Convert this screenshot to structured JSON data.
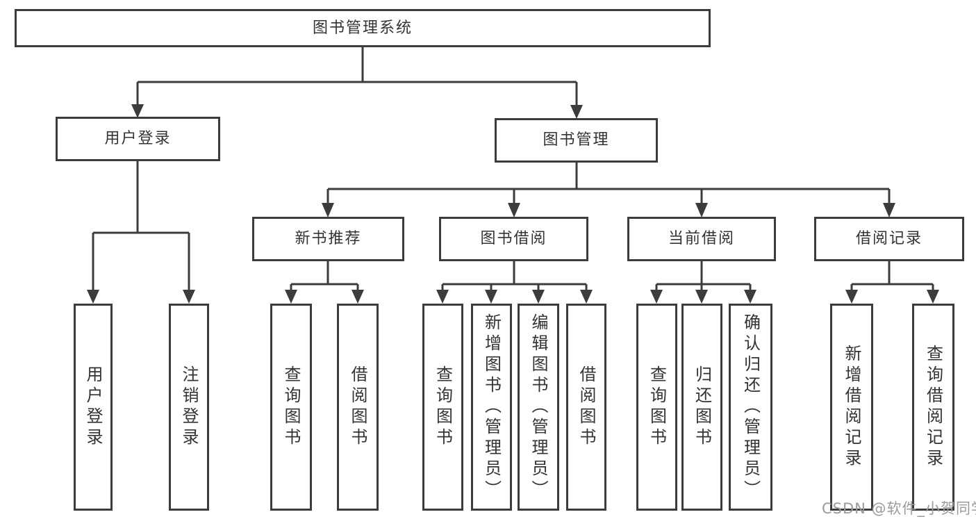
{
  "diagram": {
    "title": "图书管理系统",
    "user_login": {
      "label": "用户登录",
      "children": [
        "用户登录",
        "注销登录"
      ]
    },
    "book_management": {
      "label": "图书管理",
      "modules": [
        {
          "label": "新书推荐",
          "children": [
            "查询图书",
            "借阅图书"
          ]
        },
        {
          "label": "图书借阅",
          "children": [
            "查询图书",
            "新增图书（管理员）",
            "编辑图书（管理员）",
            "借阅图书"
          ]
        },
        {
          "label": "当前借阅",
          "children": [
            "查询图书",
            "归还图书",
            "确认归还（管理员）"
          ]
        },
        {
          "label": "借阅记录",
          "children": [
            "新增借阅记录",
            "查询借阅记录"
          ]
        }
      ]
    }
  },
  "watermark": "CSDN @软件_小贺同学",
  "colors": {
    "line": "#3c3c3c",
    "text": "#333333",
    "watermark": "#9b9b9b",
    "background": "#ffffff"
  }
}
